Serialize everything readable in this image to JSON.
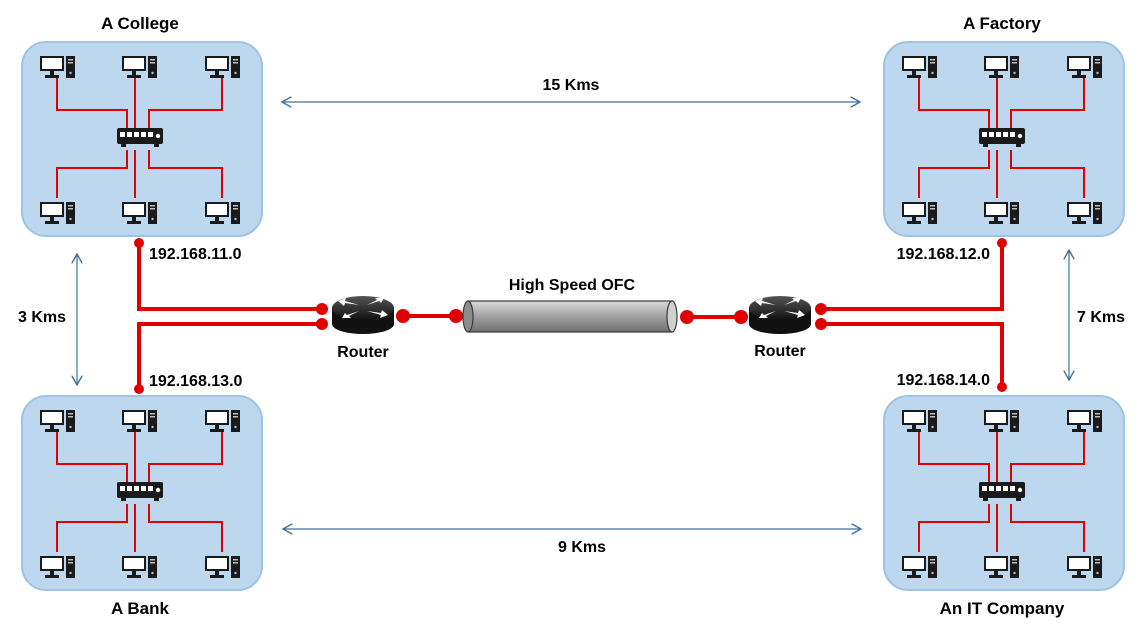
{
  "sites": [
    {
      "title": "A College",
      "ip": "192.168.11.0"
    },
    {
      "title": "A Factory",
      "ip": "192.168.12.0"
    },
    {
      "title": "A Bank",
      "ip": "192.168.13.0"
    },
    {
      "title": "An IT Company",
      "ip": "192.168.14.0"
    }
  ],
  "distances": {
    "top": "15 Kms",
    "bottom": "9 Kms",
    "left": "3 Kms",
    "right": "7 Kms"
  },
  "routers": {
    "left_label": "Router",
    "right_label": "Router"
  },
  "link": {
    "label": "High Speed OFC"
  },
  "colors": {
    "site_fill": "#bdd7ee",
    "site_stroke": "#9dc3e6",
    "link_red": "#e00000",
    "arrow_blue": "#41719c",
    "cable_gray": "#a6a6a6"
  },
  "icons": {
    "computer": "desktop-computer-icon",
    "switch": "network-switch-icon",
    "router": "router-icon",
    "cable": "fiber-optic-cable-icon"
  }
}
